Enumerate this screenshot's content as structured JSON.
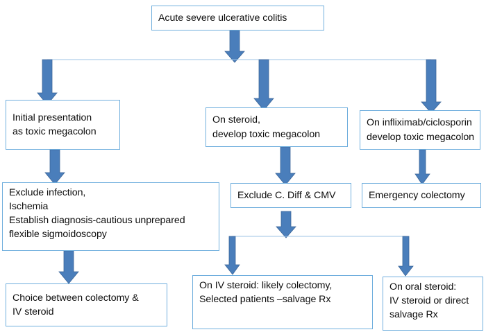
{
  "diagram": {
    "title": "Acute severe ulcerative colitis management flowchart",
    "type": "flowchart",
    "colors": {
      "box_border": "#6FAEDD",
      "box_fill": "#FFFFFF",
      "arrow_fill": "#4A7EBB",
      "arrow_stroke": "#3C6699",
      "connector_line": "#9DC3E6",
      "text": "#0D0D0D"
    },
    "nodes": [
      {
        "id": "root",
        "label": "Acute severe ulcerative colitis",
        "level": 0
      },
      {
        "id": "branch-toxic-megacolon-initial",
        "label": "Initial presentation\nas toxic megacolon",
        "level": 1
      },
      {
        "id": "branch-on-steroid",
        "label": "On steroid,\ndevelop toxic megacolon",
        "level": 1
      },
      {
        "id": "branch-on-infliximab",
        "label": "On infliximab/ciclosporin\ndevelop toxic megacolon",
        "level": 1
      },
      {
        "id": "exclude-infection",
        "label": "Exclude infection,\nIschemia\nEstablish diagnosis-cautious unprepared\nflexible sigmoidoscopy",
        "level": 2
      },
      {
        "id": "exclude-cdiff-cmv",
        "label": "Exclude C. Diff & CMV",
        "level": 2
      },
      {
        "id": "emergency-colectomy",
        "label": "Emergency colectomy",
        "level": 2
      },
      {
        "id": "choice-colectomy-iv-steroid",
        "label": "Choice between colectomy &\nIV steroid",
        "level": 3
      },
      {
        "id": "on-iv-steroid",
        "label": "On IV steroid: likely colectomy,\nSelected patients –salvage Rx",
        "level": 3
      },
      {
        "id": "on-oral-steroid",
        "label": "On oral steroid:\nIV steroid or direct\nsalvage Rx",
        "level": 3
      }
    ],
    "edges": [
      {
        "from": "root",
        "to": "branch-toxic-megacolon-initial",
        "style": "elbow-arrow"
      },
      {
        "from": "root",
        "to": "branch-on-steroid",
        "style": "elbow-arrow"
      },
      {
        "from": "root",
        "to": "branch-on-infliximab",
        "style": "elbow-arrow"
      },
      {
        "from": "branch-toxic-megacolon-initial",
        "to": "exclude-infection",
        "style": "straight-arrow"
      },
      {
        "from": "branch-on-steroid",
        "to": "exclude-cdiff-cmv",
        "style": "straight-arrow"
      },
      {
        "from": "branch-on-infliximab",
        "to": "emergency-colectomy",
        "style": "straight-arrow"
      },
      {
        "from": "exclude-infection",
        "to": "choice-colectomy-iv-steroid",
        "style": "straight-arrow"
      },
      {
        "from": "exclude-cdiff-cmv",
        "to": "on-iv-steroid",
        "style": "elbow-arrow"
      },
      {
        "from": "exclude-cdiff-cmv",
        "to": "on-oral-steroid",
        "style": "elbow-arrow"
      }
    ]
  }
}
